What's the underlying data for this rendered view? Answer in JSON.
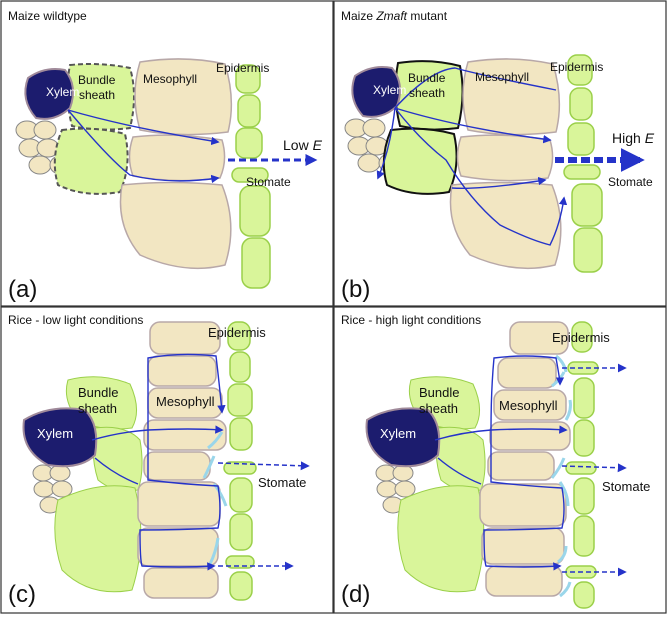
{
  "panels": {
    "a": {
      "title": "Maize wildtype",
      "letter": "(a)",
      "labels": {
        "xylem": "Xylem",
        "bundle1": "Bundle",
        "bundle2": "sheath",
        "mesophyll": "Mesophyll",
        "epidermis": "Epidermis",
        "stomate": "Stomate",
        "flux_text": "Low ",
        "flux_var": "E"
      }
    },
    "b": {
      "title_prefix": "Maize ",
      "title_italic": "Zmaft",
      "title_suffix": " mutant",
      "letter": "(b)",
      "labels": {
        "xylem": "Xylem",
        "bundle1": "Bundle",
        "bundle2": "sheath",
        "mesophyll": "Mesophyll",
        "epidermis": "Epidermis",
        "stomate": "Stomate",
        "flux_text": "High ",
        "flux_var": "E"
      }
    },
    "c": {
      "title": "Rice - low light conditions",
      "letter": "(c)",
      "labels": {
        "xylem": "Xylem",
        "bundle1": "Bundle",
        "bundle2": "sheath",
        "mesophyll": "Mesophyll",
        "epidermis": "Epidermis",
        "stomate": "Stomate"
      }
    },
    "d": {
      "title": "Rice - high light conditions",
      "letter": "(d)",
      "labels": {
        "xylem": "Xylem",
        "bundle1": "Bundle",
        "bundle2": "sheath",
        "mesophyll": "Mesophyll",
        "epidermis": "Epidermis",
        "stomate": "Stomate"
      }
    }
  },
  "colors": {
    "xylem": "#1c1c6e",
    "bundle_sheath": "#d9f59a",
    "mesophyll": "#f2e6c2",
    "epidermis": "#d9f59a",
    "flow_arrow": "#2533c9",
    "border": "#333333"
  }
}
